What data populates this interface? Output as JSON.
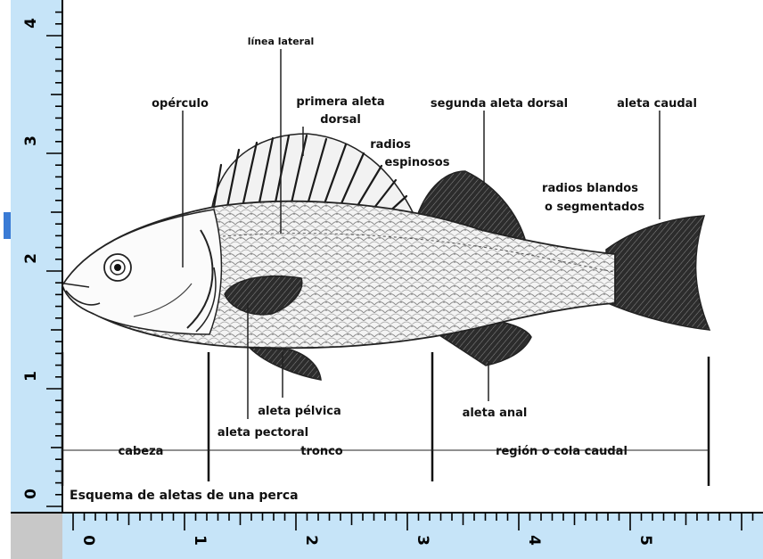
{
  "labels": {
    "linea_lateral": "línea lateral",
    "operculo": "opérculo",
    "primera_aleta": "primera aleta",
    "dorsal": "dorsal",
    "radios": "radios",
    "espinosos": "espinosos",
    "segunda_aleta_dorsal": "segunda aleta dorsal",
    "aleta_caudal": "aleta caudal",
    "radios_blandos": "radios blandos",
    "o_segmentados": "o segmentados",
    "aleta_pelvica": "aleta pélvica",
    "aleta_pectoral": "aleta pectoral",
    "aleta_anal": "aleta anal"
  },
  "regions": {
    "cabeza": "cabeza",
    "tronco": "tronco",
    "cola": "región o cola caudal"
  },
  "caption": "Esquema de aletas de una perca",
  "ruler_left": {
    "numbers": [
      "4",
      "3",
      "2",
      "1",
      "0"
    ]
  },
  "ruler_bottom": {
    "numbers": [
      "0",
      "1",
      "2",
      "3",
      "4",
      "5"
    ]
  },
  "colors": {
    "ruler": "#c6e4f8",
    "ruler_corner": "#c8c8c8",
    "ink": "#111111",
    "accent": "#3a7bd5"
  }
}
